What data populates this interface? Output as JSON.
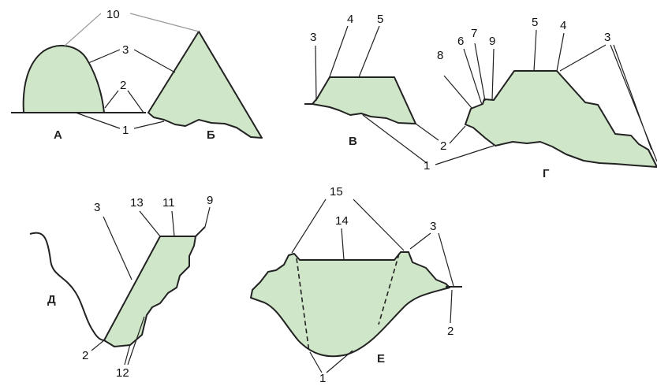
{
  "figure_labels": {
    "a": "А",
    "b": "Б",
    "v": "В",
    "g": "Г",
    "d": "Д",
    "e": "Е"
  },
  "callouts": {
    "a_b": [
      "10",
      "3",
      "2",
      "1"
    ],
    "v": [
      "3",
      "4",
      "5",
      "2",
      "1"
    ],
    "g": [
      "8",
      "6",
      "7",
      "9",
      "5",
      "4",
      "3"
    ],
    "d": [
      "3",
      "13",
      "11",
      "9",
      "2",
      "12"
    ],
    "e": [
      "15",
      "14",
      "3",
      "1",
      "2"
    ]
  },
  "colors": {
    "fill": "#cfe6c8",
    "stroke": "#222222",
    "leader_grey": "#9a9a9a"
  }
}
